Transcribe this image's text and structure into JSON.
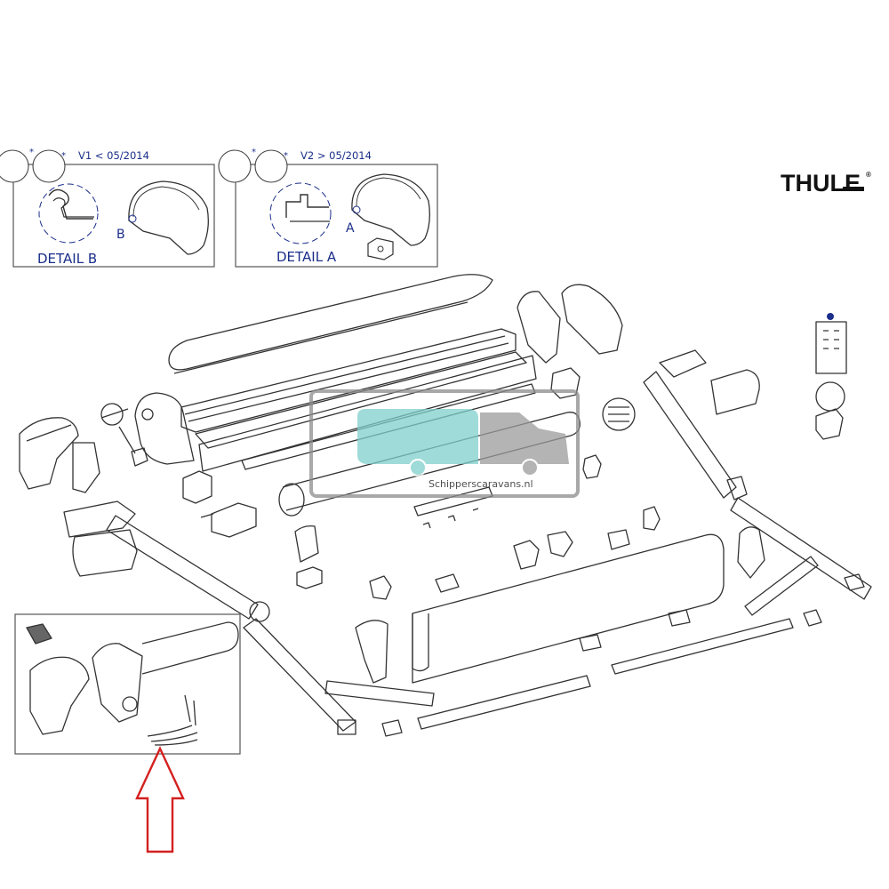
{
  "header": {
    "variant_1": {
      "marker": "*",
      "label": "V1 < 05/2014",
      "detail_letter": "B",
      "detail_label": "DETAIL B"
    },
    "variant_2": {
      "marker": "*",
      "label": "V2 > 05/2014",
      "detail_letter": "A",
      "detail_label": "DETAIL A"
    }
  },
  "brand": {
    "name": "THULE",
    "registered": "®"
  },
  "watermark": {
    "text": "Schipperscaravans.nl"
  },
  "colors": {
    "line": "#333333",
    "label_blue": "#1a2e8a",
    "arrow_red": "#d42020",
    "watermark_teal": "#7fd0cc",
    "watermark_grey": "#9b9b9b"
  }
}
